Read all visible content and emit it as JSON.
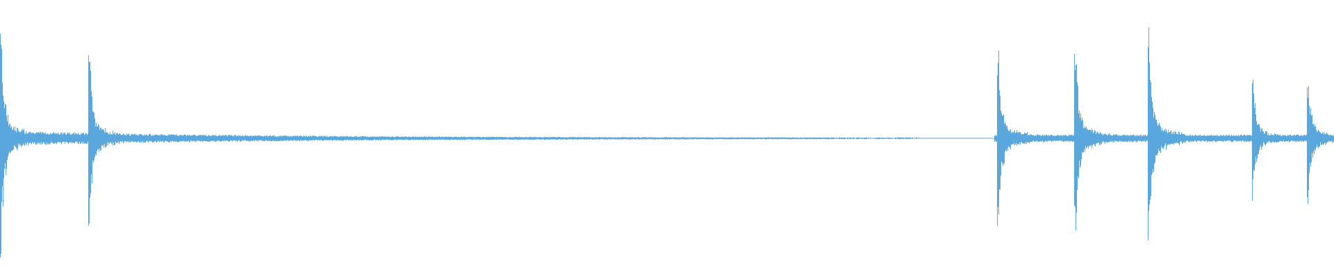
{
  "waveform": {
    "color": "#5aa7dd",
    "background": "#ffffff",
    "sample_rate_hint": "none shown",
    "transients": [
      {
        "t": 0.0005,
        "peak": 0.86
      },
      {
        "t": 0.0665,
        "peak": 0.74
      },
      {
        "t": 0.748,
        "peak": 0.7
      },
      {
        "t": 0.806,
        "peak": 0.73
      },
      {
        "t": 0.861,
        "peak": 0.82
      },
      {
        "t": 0.939,
        "peak": 0.47
      },
      {
        "t": 0.98,
        "peak": 0.52
      }
    ],
    "silent_region": [
      0.69,
      0.745
    ]
  }
}
